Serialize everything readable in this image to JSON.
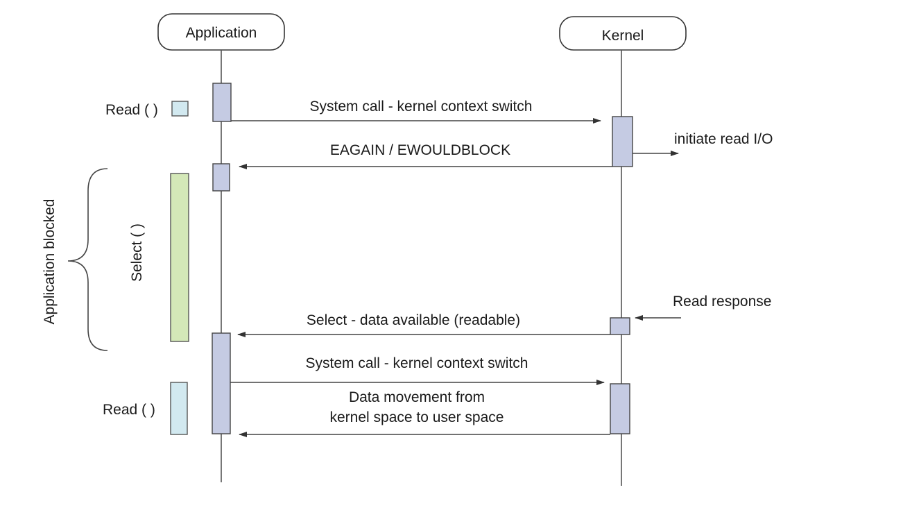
{
  "actors": {
    "application": "Application",
    "kernel": "Kernel"
  },
  "messages": {
    "syscall_1": "System call - kernel context switch",
    "eagain": "EAGAIN / EWOULDBLOCK",
    "initiate_read": "initiate read I/O",
    "read_response": "Read response",
    "select_available": "Select - data available (readable)",
    "syscall_2": "System call - kernel context switch",
    "data_movement_line1": "Data movement from",
    "data_movement_line2": "kernel space to user space"
  },
  "side_labels": {
    "read_1": "Read ( )",
    "select": "Select ( )",
    "read_2": "Read ( )",
    "blocked": "Application blocked"
  },
  "colors": {
    "activation_fill": "#c5cbe3",
    "select_fill": "#d4e8b8",
    "read_fill": "#d2e9f0",
    "line": "#555555"
  }
}
